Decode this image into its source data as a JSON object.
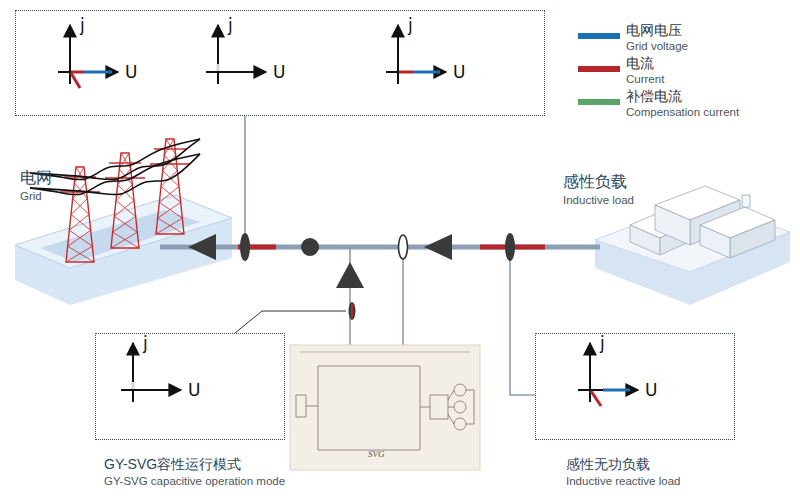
{
  "diagram": {
    "nodes": [
      {
        "text": [
          "j",
          "U",
          "j",
          "U",
          "j",
          "U"
        ]
      },
      {
        "text": [
          "j",
          "U",
          "GY-SVG容性运行模式",
          "GY-SVG capacitive operation mode"
        ]
      },
      {
        "text": [
          "j",
          "U",
          "感性无功负载",
          "Inductive reactive load"
        ]
      },
      {
        "text": [
          "SVG"
        ]
      }
    ],
    "labels": [
      "Grid voltage",
      "Current",
      "Compensation current",
      "电网",
      "Grid",
      "感性负载",
      "Inductive load"
    ],
    "legend": [
      {
        "text": "电网电压",
        "color": "#1a6fb5"
      },
      {
        "text": "电流",
        "color": "#b5272d"
      },
      {
        "text": "补偿电流",
        "color": "#5aa469"
      }
    ]
  }
}
